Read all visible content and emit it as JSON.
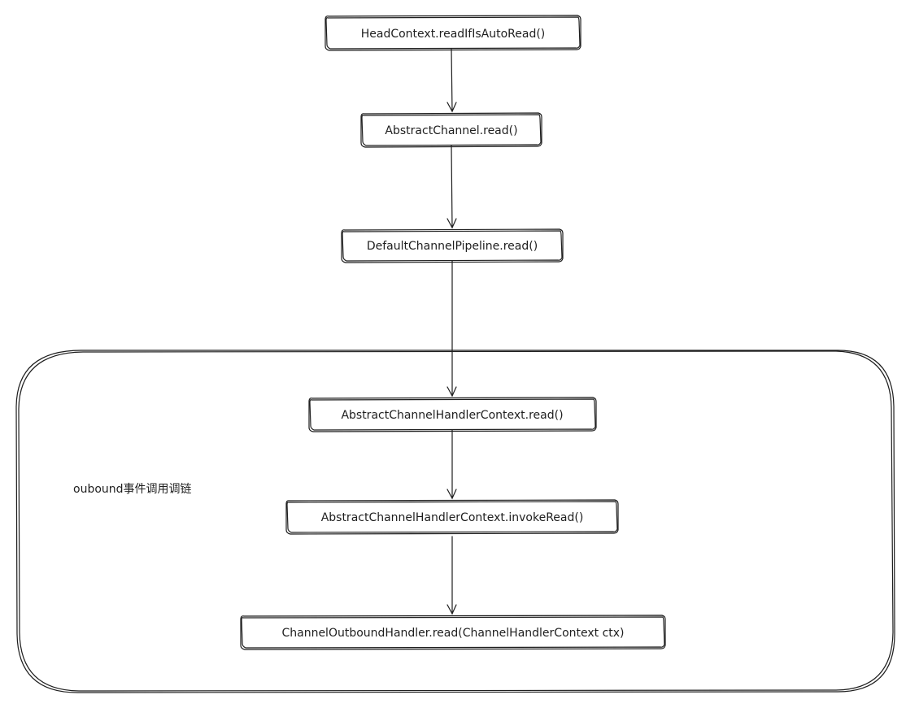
{
  "diagram": {
    "nodes": [
      {
        "id": "n1",
        "label": "HeadContext.readIfIsAutoRead()"
      },
      {
        "id": "n2",
        "label": "AbstractChannel.read()"
      },
      {
        "id": "n3",
        "label": "DefaultChannelPipeline.read()"
      },
      {
        "id": "n4",
        "label": "AbstractChannelHandlerContext.read()"
      },
      {
        "id": "n5",
        "label": "AbstractChannelHandlerContext.invokeRead()"
      },
      {
        "id": "n6",
        "label": "ChannelOutboundHandler.read(ChannelHandlerContext ctx)"
      }
    ],
    "edges": [
      {
        "from": "n1",
        "to": "n2"
      },
      {
        "from": "n2",
        "to": "n3"
      },
      {
        "from": "n3",
        "to": "n4"
      },
      {
        "from": "n4",
        "to": "n5"
      },
      {
        "from": "n5",
        "to": "n6"
      }
    ],
    "group": {
      "label": "oubound事件调用调链",
      "members": [
        "n4",
        "n5",
        "n6"
      ]
    },
    "colors": {
      "stroke": "#1e1e1e",
      "background": "#ffffff"
    }
  }
}
